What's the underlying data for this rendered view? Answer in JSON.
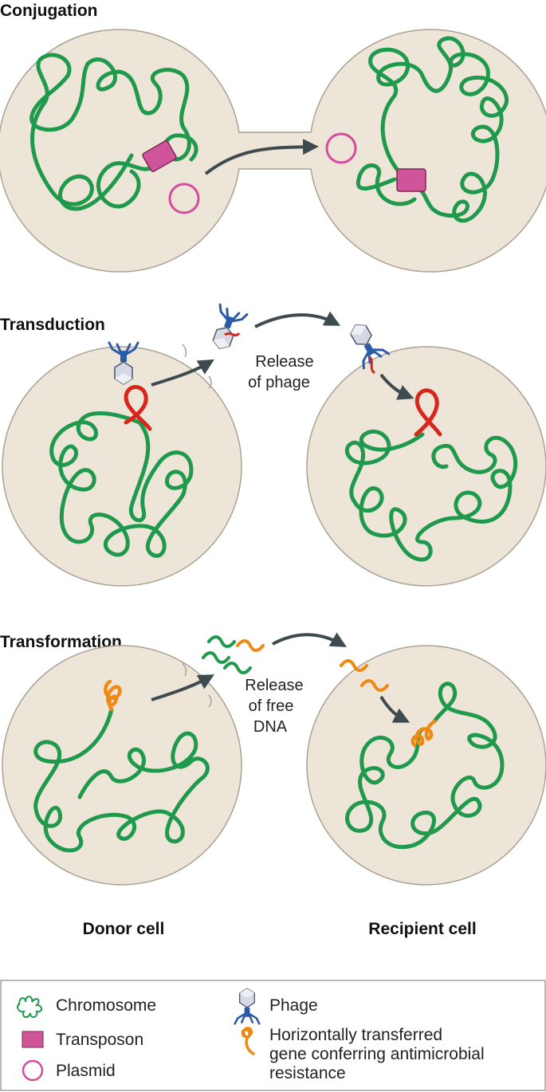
{
  "sections": {
    "conjugation": {
      "title": "Conjugation"
    },
    "transduction": {
      "title": "Transduction",
      "note_line1": "Release",
      "note_line2": "of phage"
    },
    "transformation": {
      "title": "Transformation",
      "note_line1": "Release",
      "note_line2": "of free",
      "note_line3": "DNA"
    }
  },
  "captions": {
    "donor": "Donor cell",
    "recipient": "Recipient cell"
  },
  "legend": {
    "chromosome": "Chromosome",
    "transposon": "Transposon",
    "plasmid": "Plasmid",
    "phage": "Phage",
    "hgt_line1": "Horizontally transferred",
    "hgt_line2": "gene conferring antimicrobial",
    "hgt_line3": "resistance"
  },
  "colors": {
    "cell_fill": "#ede5d7",
    "cell_stroke": "#a9a293",
    "chromosome": "#1f9a4c",
    "transposon": "#d0549a",
    "plasmid": "#d64c9c",
    "phage_dna": "#d8261d",
    "resistance_gene": "#ee8a14",
    "phage_body": "#2a5aa8",
    "arrow": "#3e4a4e"
  }
}
